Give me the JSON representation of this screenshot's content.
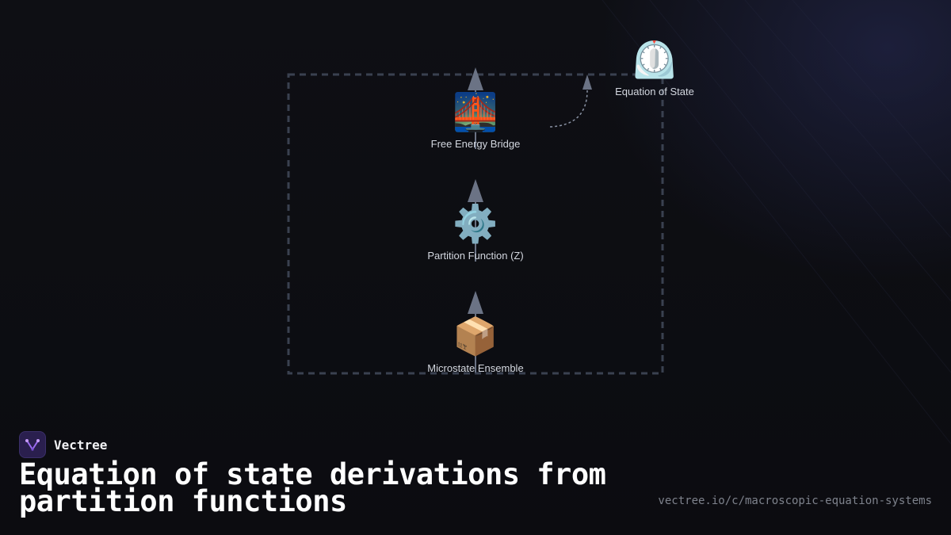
{
  "diagram": {
    "nodes": [
      {
        "id": "free-energy-bridge",
        "icon": "bridge-icon",
        "emoji": "🌉",
        "label": "Free Energy Bridge"
      },
      {
        "id": "partition-function",
        "icon": "gear-icon",
        "emoji": "⚙️",
        "label": "Partition Function (Z)"
      },
      {
        "id": "microstate-ensemble",
        "icon": "package-icon",
        "emoji": "📦",
        "label": "Microstate Ensemble"
      },
      {
        "id": "equation-of-state",
        "icon": "timer-clock-icon",
        "emoji": "⏲️",
        "label": "Equation of State"
      }
    ],
    "colors": {
      "group_border": "#3a4150",
      "arrow": "#6b7385",
      "label": "#d3d7df"
    }
  },
  "brand": {
    "name": "Vectree",
    "logo_icon": "vectree-logo-icon"
  },
  "footer": {
    "title": "Equation of state derivations from partition functions",
    "url": "vectree.io/c/macroscopic-equation-systems"
  }
}
